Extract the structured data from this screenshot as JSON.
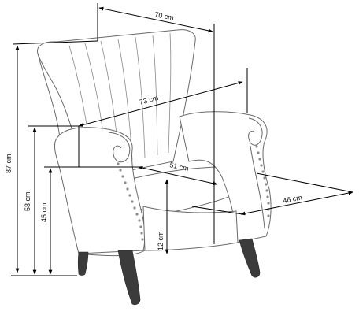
{
  "dimensions": {
    "top_width": "70 cm",
    "diagonal_depth": "73 cm",
    "seat_depth": "51 cm",
    "seat_width": "46 cm",
    "leg_height": "12 cm",
    "total_height": "87 cm",
    "arm_height": "58 cm",
    "seat_height": "45 cm"
  },
  "colors": {
    "outline": "#6a6a6a",
    "dimension_line": "#000000",
    "leg": "#3b3b3b",
    "stud": "#8c8c8c"
  }
}
